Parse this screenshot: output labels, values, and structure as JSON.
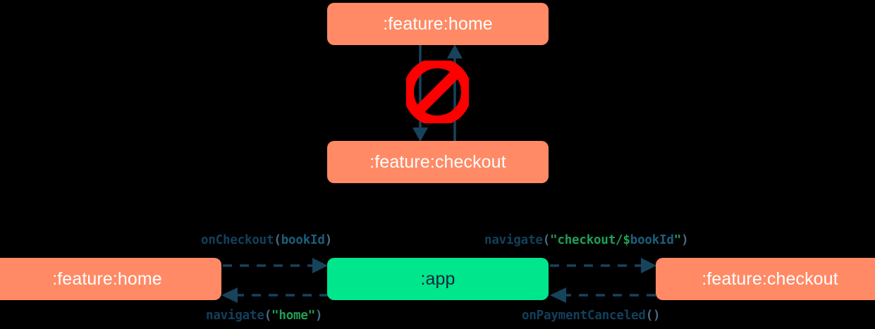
{
  "diagram": {
    "background_color": "#000000",
    "node_fill_salmon": "#FF8A65",
    "node_fill_green": "#00E68C",
    "edge_color": "#17435C",
    "forbidden_color": "#FF0000",
    "top": {
      "name": "forbidden-direct-dependency",
      "nodes": [
        {
          "id": "home-top",
          "label": ":feature:home",
          "style": "salmon"
        },
        {
          "id": "checkout-top",
          "label": ":feature:checkout",
          "style": "salmon"
        }
      ],
      "edges": [
        {
          "from": "home-top",
          "to": "checkout-top",
          "direction": "down",
          "style": "solid"
        },
        {
          "from": "checkout-top",
          "to": "home-top",
          "direction": "up",
          "style": "solid"
        }
      ],
      "marker": {
        "name": "no-entry-icon",
        "glyph": "prohibited"
      }
    },
    "bottom": {
      "name": "app-mediated-navigation",
      "nodes": [
        {
          "id": "home-bottom",
          "label": ":feature:home",
          "style": "salmon"
        },
        {
          "id": "app-bottom",
          "label": ":app",
          "style": "green"
        },
        {
          "id": "checkout-bottom",
          "label": ":feature:checkout",
          "style": "salmon"
        }
      ],
      "edges": [
        {
          "id": "home-to-app",
          "from": "home-bottom",
          "to": "app-bottom",
          "direction": "right",
          "style": "dashed",
          "label": "onCheckout(bookId)",
          "label_tokens": [
            {
              "text": "onCheckout",
              "kind": "fn"
            },
            {
              "text": "(",
              "kind": "punct"
            },
            {
              "text": "bookId",
              "kind": "var"
            },
            {
              "text": ")",
              "kind": "punct"
            }
          ]
        },
        {
          "id": "app-to-checkout",
          "from": "app-bottom",
          "to": "checkout-bottom",
          "direction": "right",
          "style": "dashed",
          "label": "navigate(\"checkout/$bookId\")",
          "label_tokens": [
            {
              "text": "navigate",
              "kind": "fn"
            },
            {
              "text": "(",
              "kind": "punct"
            },
            {
              "text": "\"checkout/$",
              "kind": "str"
            },
            {
              "text": "bookId",
              "kind": "var"
            },
            {
              "text": "\"",
              "kind": "str"
            },
            {
              "text": ")",
              "kind": "punct"
            }
          ]
        },
        {
          "id": "app-to-home",
          "from": "app-bottom",
          "to": "home-bottom",
          "direction": "left",
          "style": "dashed",
          "label": "navigate(\"home\")",
          "label_tokens": [
            {
              "text": "navigate",
              "kind": "fn"
            },
            {
              "text": "(",
              "kind": "punct"
            },
            {
              "text": "\"home\"",
              "kind": "str"
            },
            {
              "text": ")",
              "kind": "punct"
            }
          ]
        },
        {
          "id": "checkout-to-app",
          "from": "checkout-bottom",
          "to": "app-bottom",
          "direction": "left",
          "style": "dashed",
          "label": "onPaymentCanceled()",
          "label_tokens": [
            {
              "text": "onPaymentCanceled",
              "kind": "fn"
            },
            {
              "text": "()",
              "kind": "punct"
            }
          ]
        }
      ]
    }
  }
}
